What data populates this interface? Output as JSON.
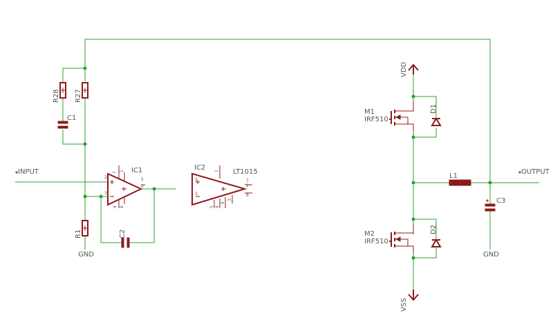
{
  "schematic": {
    "labels": {
      "input": "INPUT",
      "output": "OUTPUT",
      "vdd": "VDD",
      "vss": "VSS",
      "gnd_left": "GND",
      "gnd_right": "GND",
      "r28": "R28",
      "r27": "R27",
      "r1": "R1",
      "c1": "C1",
      "c2": "C2",
      "c3": "C3",
      "l1": "L1",
      "ic1": "IC1",
      "ic2": "IC2",
      "lt1015": "LT1015",
      "m1": "M1",
      "m1_part": "IRF510",
      "m2": "M2",
      "m2_part": "IRF510",
      "d1": "D1",
      "d2": "D2"
    },
    "pins": {
      "ic1_p7": "7",
      "ic1_p1": "1",
      "ic1_p2": "2",
      "ic1_p3": "3",
      "ic1_p5": "5",
      "ic1_p6": "6",
      "ic1_p4": "4",
      "ic1_p8": "8",
      "ic2_p1": "1",
      "ic2_p2": "2",
      "ic2_p3": "3",
      "ic2_p7": "7",
      "ic2_p2b": "2",
      "ic2_p8": "8",
      "ic2_p5": "5",
      "ic2_p4": "4",
      "ic2_p6": "6",
      "ic2_p3b": "3"
    },
    "colors": {
      "wire": "#2ea02e",
      "component": "#8c1a1a",
      "text": "#555555",
      "background": "#ffffff"
    }
  }
}
